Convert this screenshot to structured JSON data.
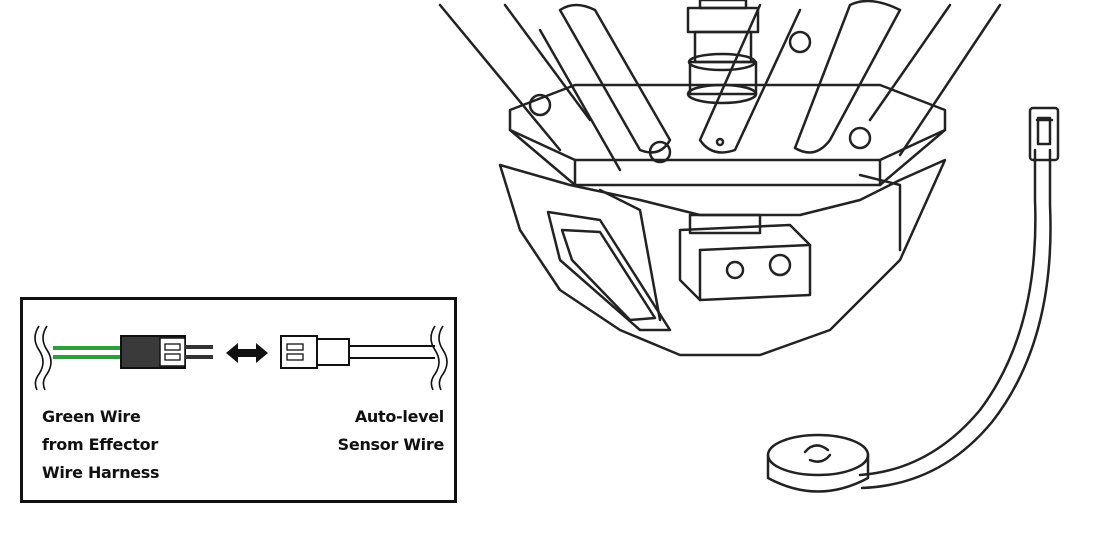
{
  "inset": {
    "left_label": [
      "Green Wire",
      "from Effector",
      "Wire Harness"
    ],
    "right_label": [
      "Auto-level",
      "Sensor Wire"
    ]
  },
  "colors": {
    "green_wire": "#2e9e38",
    "line": "#111111",
    "connector_dark": "#333333"
  },
  "icons": {
    "connection": "double-arrow-icon",
    "wire_break": "wavy-break-icon"
  }
}
